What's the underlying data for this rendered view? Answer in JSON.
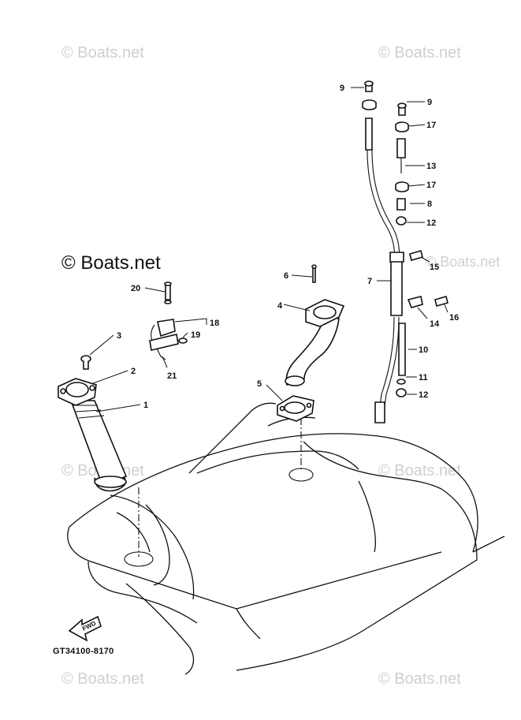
{
  "watermarks": {
    "corner": "© Boats.net",
    "main": "© Boats.net"
  },
  "diagram_code": "GT34100-8170",
  "fwd_label": "FWD",
  "callouts": [
    {
      "id": "c1",
      "label": "1"
    },
    {
      "id": "c2",
      "label": "2"
    },
    {
      "id": "c3",
      "label": "3"
    },
    {
      "id": "c4",
      "label": "4"
    },
    {
      "id": "c5",
      "label": "5"
    },
    {
      "id": "c6",
      "label": "6"
    },
    {
      "id": "c7",
      "label": "7"
    },
    {
      "id": "c8",
      "label": "8"
    },
    {
      "id": "c9a",
      "label": "9"
    },
    {
      "id": "c9b",
      "label": "9"
    },
    {
      "id": "c10",
      "label": "10"
    },
    {
      "id": "c11",
      "label": "11"
    },
    {
      "id": "c12a",
      "label": "12"
    },
    {
      "id": "c12b",
      "label": "12"
    },
    {
      "id": "c13",
      "label": "13"
    },
    {
      "id": "c14",
      "label": "14"
    },
    {
      "id": "c15",
      "label": "15"
    },
    {
      "id": "c16",
      "label": "16"
    },
    {
      "id": "c17a",
      "label": "17"
    },
    {
      "id": "c17b",
      "label": "17"
    },
    {
      "id": "c18",
      "label": "18"
    },
    {
      "id": "c19",
      "label": "19"
    },
    {
      "id": "c20",
      "label": "20"
    },
    {
      "id": "c21",
      "label": "21"
    }
  ]
}
